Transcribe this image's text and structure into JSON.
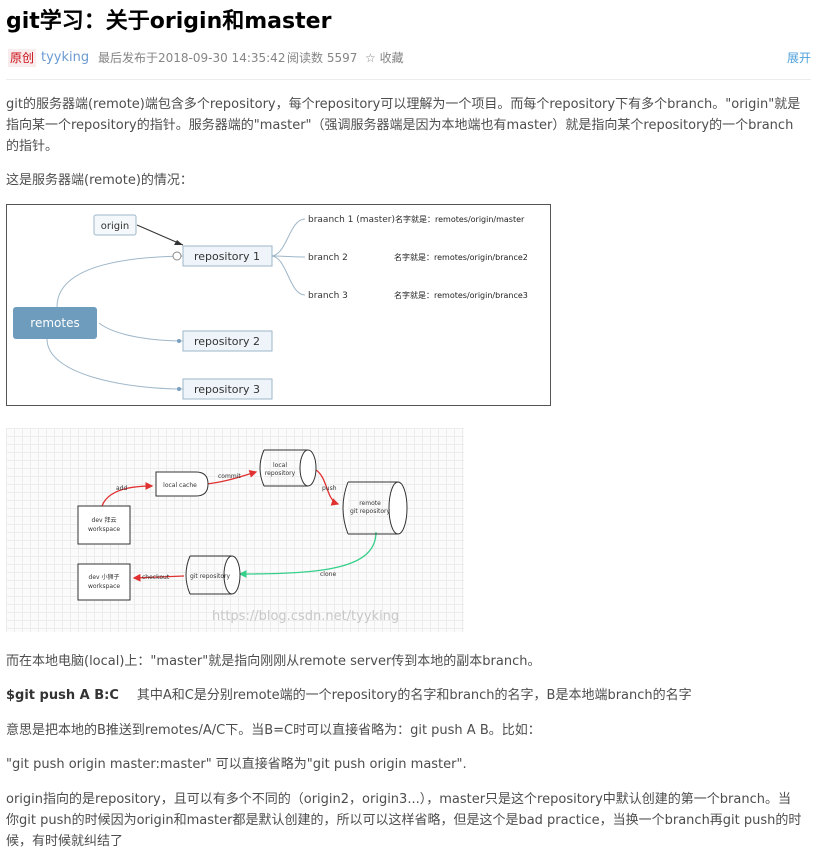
{
  "article": {
    "title": "git学习：关于origin和master",
    "badge": "原创",
    "author": "tyyking",
    "published": "最后发布于2018-09-30 14:35:42",
    "reads": "阅读数 5597",
    "favorite": "☆ 收藏",
    "expand": "展开"
  },
  "paragraphs": {
    "p1_line1": "git的服务器端(remote)端包含多个repository，每个repository可以理解为一个项目。而每个repository下有多个branch。\"origin\"就是",
    "p1_line2": "指向某一个repository的指针。服务器端的\"master\"（强调服务器端是因为本地端也有master）就是指向某个repository的一个branch",
    "p1_line3": "的指针。",
    "p2": "这是服务器端(remote)的情况：",
    "p3": "而在本地电脑(local)上：\"master\"就是指向刚刚从remote server传到本地的副本branch。",
    "p4_cmd": "$git push A B:C",
    "p4_rest": "其中A和C是分别remote端的一个repository的名字和branch的名字，B是本地端branch的名字",
    "p5": "意思是把本地的B推送到remotes/A/C下。当B=C时可以直接省略为：git push A B。比如：",
    "p6": "\"git push origin master:master\" 可以直接省略为\"git push origin master\".",
    "p7_line1": "origin指向的是repository，且可以有多个不同的（origin2，origin3...），master只是这个repository中默认创建的第一个branch。当",
    "p7_line2": "你git push的时候因为origin和master都是默认创建的，所以可以这样省略，但是这个是bad practice，当换一个branch再git push的时",
    "p7_line3": "候，有时候就纠结了"
  },
  "figure1": {
    "remotes": "remotes",
    "origin": "origin",
    "repo1": "repository 1",
    "repo2": "repository 2",
    "repo3": "repository 3",
    "branch1": "braanch 1 (master)",
    "branch2": "branch 2",
    "branch3": "branch 3",
    "name1": "名字就是：remotes/origin/master",
    "name2": "名字就是：remotes/origin/brance2",
    "name3": "名字就是：remotes/origin/brance3"
  },
  "figure2": {
    "dev1_line1": "dev 拜云",
    "dev1_line2": "workspace",
    "local_cache": "local cache",
    "local_repo_line1": "local",
    "local_repo_line2": "repository",
    "remote_repo_line1": "remote",
    "remote_repo_line2": "git repository",
    "git_repo": "git repository",
    "dev2_line1": "dev 小狮子",
    "dev2_line2": "workspace",
    "add": "add",
    "commit": "commit",
    "push": "push",
    "clone": "clone",
    "checkout": "checkout",
    "watermark": "https://blog.csdn.net/tyyking"
  },
  "colors": {
    "accent": "#6b9bd2",
    "badge": "#ca0c16",
    "remotes_box": "#6d9cbd",
    "push_arrow": "#e03030",
    "clone_arrow": "#35d08a"
  }
}
